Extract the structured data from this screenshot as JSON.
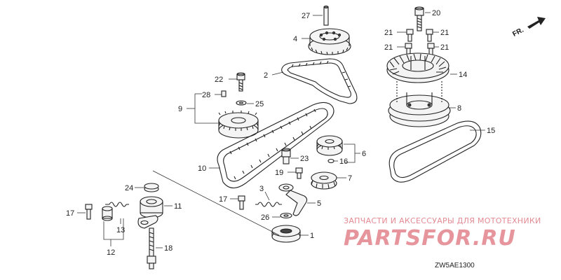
{
  "diagram": {
    "callouts": {
      "c1": "1",
      "c2": "2",
      "c3": "3",
      "c4": "4",
      "c5": "5",
      "c6": "6",
      "c7": "7",
      "c8": "8",
      "c9": "9",
      "c10": "10",
      "c11": "11",
      "c12": "12",
      "c13": "13",
      "c14": "14",
      "c15": "15",
      "c16": "16",
      "c17a": "17",
      "c17b": "17",
      "c18": "18",
      "c19": "19",
      "c20": "20",
      "c21a": "21",
      "c21b": "21",
      "c21c": "21",
      "c21d": "21",
      "c22": "22",
      "c23": "23",
      "c24": "24",
      "c25": "25",
      "c26": "26",
      "c27": "27",
      "c28": "28"
    },
    "direction_label": "FR.",
    "diagram_code": "ZW5AE1300"
  },
  "watermark": {
    "tagline": "ЗАПЧАСТИ И АКСЕССУАРЫ ДЛЯ МОТОТЕХНИКИ",
    "brand": "PARTSFOR.RU",
    "color": "#e7959d"
  },
  "colors": {
    "line": "#222222",
    "background": "#ffffff"
  }
}
